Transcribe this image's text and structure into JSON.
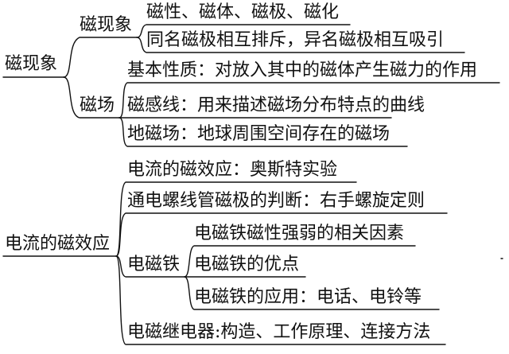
{
  "root1": {
    "label": "磁现象",
    "branch_a": {
      "label": "磁现象",
      "items": [
        "磁性、磁体、磁极、磁化",
        "同名磁极相互排斥，异名磁极相互吸引"
      ]
    },
    "branch_b": {
      "label": "磁场",
      "items": [
        "基本性质：对放入其中的磁体产生磁力的作用",
        "磁感线：用来描述磁场分布特点的曲线",
        "地磁场：地球周围空间存在的磁场"
      ]
    }
  },
  "root2": {
    "label": "电流的磁效应",
    "items_top": [
      "电流的磁效应：奥斯特实验",
      "通电螺线管磁极的判断：右手螺旋定则"
    ],
    "branch_c": {
      "label": "电磁铁",
      "items": [
        "电磁铁磁性强弱的相关因素",
        "电磁铁的优点",
        "电磁铁的应用：电话、电铃等"
      ]
    },
    "items_bottom": [
      "电磁继电器:构造、工作原理、连接方法"
    ]
  }
}
